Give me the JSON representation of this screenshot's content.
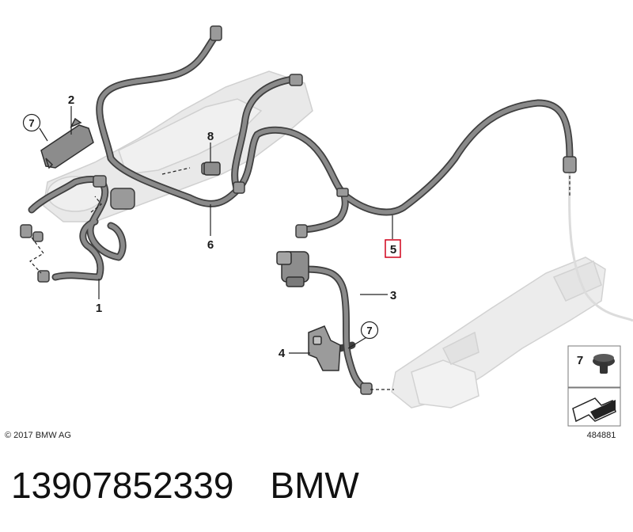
{
  "callouts": {
    "c1": "1",
    "c2": "2",
    "c3": "3",
    "c4": "4",
    "c5": "5",
    "c6": "6",
    "c7a": "7",
    "c7b": "7",
    "c8": "8"
  },
  "legend": {
    "item_number": "7",
    "diagram_id": "484881"
  },
  "copyright": "© 2017 BMW AG",
  "caption": {
    "part_number": "13907852339",
    "brand": "BMW"
  },
  "colors": {
    "hose": "#6f6f6f",
    "hose_outline": "#3f3f3f",
    "ghost_part": "#dcdcdc",
    "highlight_box": "#d0021b"
  }
}
